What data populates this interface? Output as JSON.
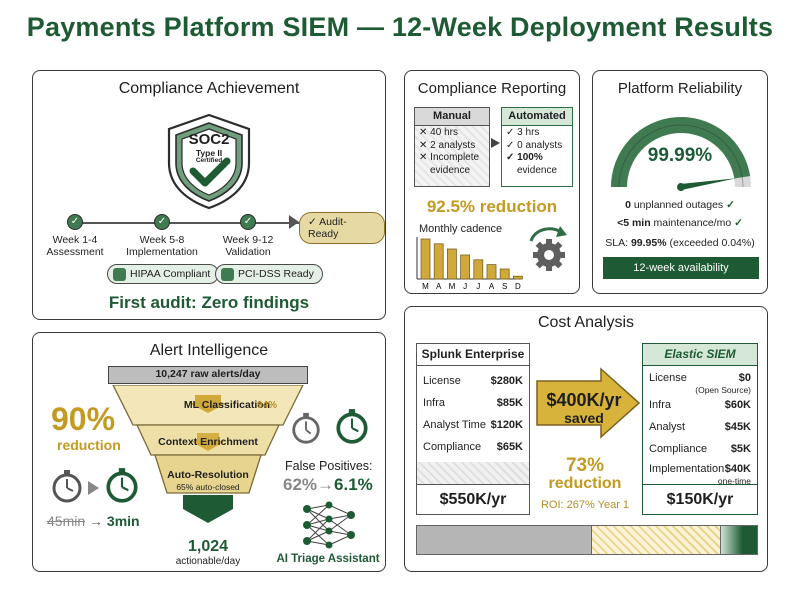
{
  "title": "Payments Platform SIEM — 12-Week Deployment Results",
  "compliance": {
    "title": "Compliance Achievement",
    "badge_main": "SOC2",
    "badge_sub1": "Type II",
    "badge_sub2": "Certified",
    "timeline": [
      {
        "line1": "Week 1-4",
        "line2": "Assessment"
      },
      {
        "line1": "Week 5-8",
        "line2": "Implementation"
      },
      {
        "line1": "Week 9-12",
        "line2": "Validation"
      }
    ],
    "audit_ready": "Audit-Ready",
    "pills": [
      "HIPAA Compliant",
      "PCI-DSS Ready"
    ],
    "first_audit": "First audit: Zero findings"
  },
  "reporting": {
    "title": "Compliance Reporting",
    "manual": {
      "head": "Manual",
      "rows": [
        "40 hrs",
        "2 analysts",
        "Incomplete",
        "evidence"
      ]
    },
    "automated": {
      "head": "Automated",
      "rows": [
        "3 hrs",
        "0 analysts",
        "100%",
        "evidence"
      ]
    },
    "reduction": "92.5% reduction",
    "cadence_label": "Monthly cadence",
    "cadence_chart": {
      "months": [
        "M",
        "A",
        "M",
        "J",
        "J",
        "A",
        "S",
        "D"
      ],
      "values": [
        1.0,
        0.88,
        0.75,
        0.6,
        0.48,
        0.36,
        0.25,
        0.07
      ]
    }
  },
  "reliability": {
    "title": "Platform Reliability",
    "uptime": "99.99%",
    "gauge_level": 0.95,
    "line1_bold": "0",
    "line1": " unplanned outages",
    "line2_bold": "<5 min",
    "line2": " maintenance/mo",
    "line3_pre": "SLA: ",
    "line3_bold": "99.95%",
    "line3_post": " (exceeded 0.04%)",
    "bar_label": "12-week availability"
  },
  "alert": {
    "title": "Alert Intelligence",
    "raw": "10,247 raw alerts/day",
    "stage1": "ML Classification",
    "stage1_pct": "94%",
    "stage2": "Context Enrichment",
    "stage3": "Auto-Resolution",
    "stage3_sub": "65% auto-closed",
    "reduction_pct": "90%",
    "reduction_word": "reduction",
    "time_old": "45min",
    "time_new": "3min",
    "actionable_num": "1,024",
    "actionable_label": "actionable/day",
    "fp_label": "False Positives:",
    "fp_old": "62%",
    "fp_new": "6.1%",
    "ai_label": "AI Triage Assistant"
  },
  "cost": {
    "title": "Cost Analysis",
    "splunk": {
      "head": "Splunk Enterprise",
      "rows": [
        {
          "label": "License",
          "value": "$280K"
        },
        {
          "label": "Infra",
          "value": "$85K"
        },
        {
          "label": "Analyst Time",
          "value": "$120K"
        },
        {
          "label": "Compliance",
          "value": "$65K"
        }
      ],
      "total": "$550K/yr"
    },
    "saved_amount": "$400K/yr",
    "saved_word": "saved",
    "reduction_pct": "73%",
    "reduction_word": "reduction",
    "roi": "ROI: 267% Year 1",
    "elastic": {
      "head": "Elastic SIEM",
      "rows": [
        {
          "label": "License",
          "value": "$0",
          "note": "(Open Source)"
        },
        {
          "label": "Infra",
          "value": "$60K"
        },
        {
          "label": "Analyst",
          "value": "$45K"
        },
        {
          "label": "Compliance",
          "value": "$5K"
        },
        {
          "label": "Implementation",
          "value": "$40K",
          "note": "one-time"
        }
      ],
      "total": "$150K/yr"
    }
  }
}
